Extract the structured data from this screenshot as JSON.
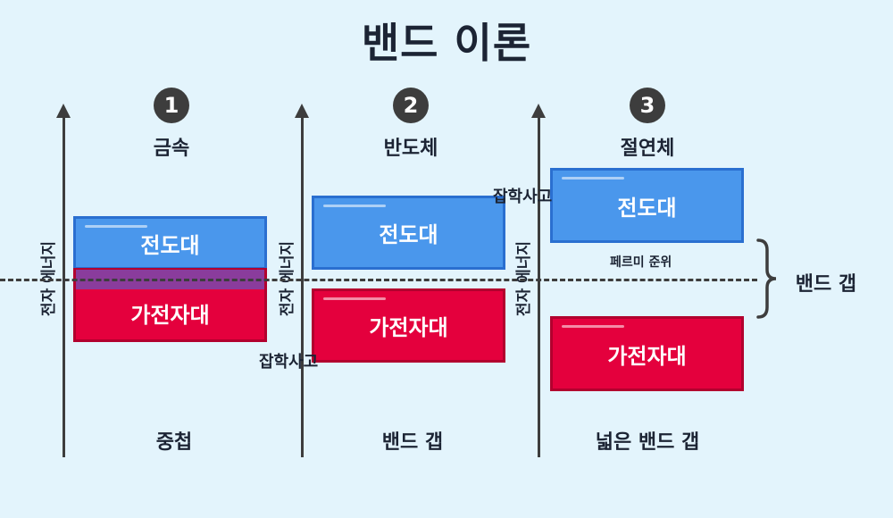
{
  "title": "밴드 이론",
  "y_axis_label": "전자 에너지",
  "columns": [
    {
      "number": "1",
      "material": "금속",
      "conduction_band": "전도대",
      "valence_band": "가전자대",
      "caption": "중첩"
    },
    {
      "number": "2",
      "material": "반도체",
      "conduction_band": "전도대",
      "valence_band": "가전자대",
      "caption": "밴드 갭"
    },
    {
      "number": "3",
      "material": "절연체",
      "conduction_band": "전도대",
      "valence_band": "가전자대",
      "caption": "넓은 밴드 갭"
    }
  ],
  "fermi_level_label": "페르미 준위",
  "band_gap_label": "밴드 갭",
  "watermark": "잡학사고",
  "colors": {
    "background": "#e3f4fc",
    "conduction": "#4a97ec",
    "valence": "#e4003d",
    "overlap": "#8a3c9c"
  }
}
